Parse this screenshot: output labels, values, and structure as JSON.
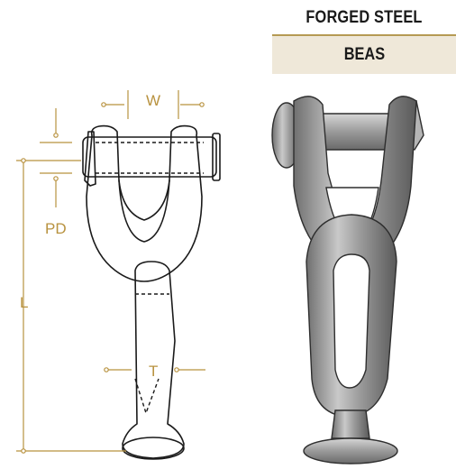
{
  "header": {
    "material": "FORGED STEEL",
    "product_code": "BEAS"
  },
  "dimensions": {
    "width_label": "W",
    "pin_diameter_label": "PD",
    "length_label": "L",
    "thickness_label": "T"
  },
  "colors": {
    "accent_gold": "#b8923f",
    "header_band": "#efe8d9",
    "rule": "#b59a53",
    "line_art": "#1a1a1a"
  }
}
